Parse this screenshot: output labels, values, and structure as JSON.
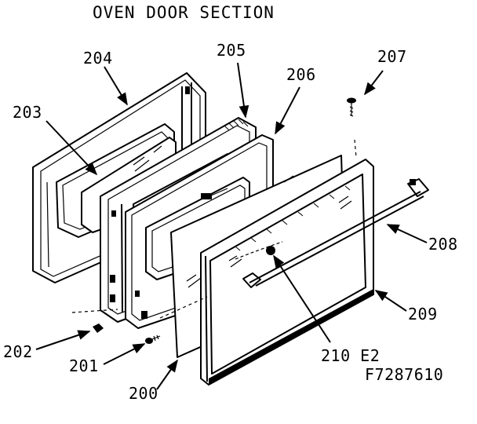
{
  "title": "OVEN DOOR SECTION",
  "labels": {
    "p200": "200",
    "p201": "201",
    "p202": "202",
    "p203": "203",
    "p204": "204",
    "p205": "205",
    "p206": "206",
    "p207": "207",
    "p208": "208",
    "p209": "209",
    "p210": "210 E2",
    "model": "F7287610"
  }
}
